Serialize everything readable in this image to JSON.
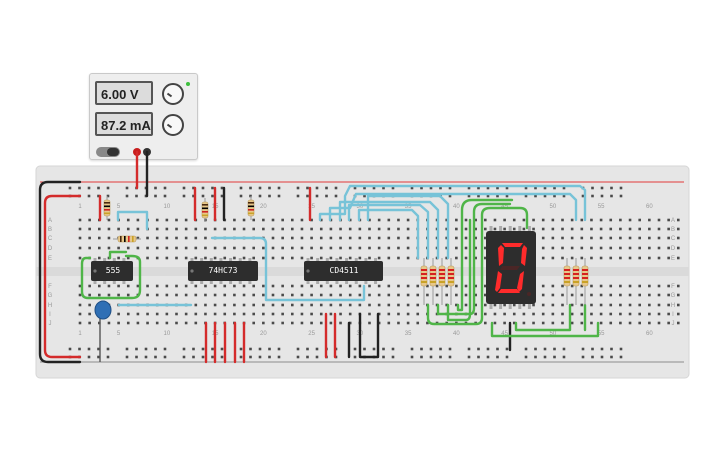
{
  "power_supply": {
    "voltage": "6.00 V",
    "current": "87.2 mA"
  },
  "breadboard": {
    "column_numbers": [
      "1",
      "5",
      "10",
      "15",
      "20",
      "25",
      "30",
      "35",
      "40",
      "45",
      "50",
      "55",
      "60"
    ],
    "row_letters_top": [
      "A",
      "B",
      "C",
      "D",
      "E"
    ],
    "row_letters_bottom": [
      "F",
      "G",
      "H",
      "I",
      "J"
    ]
  },
  "chips": [
    {
      "label": "555"
    },
    {
      "label": "74HC73"
    },
    {
      "label": "CD4511"
    }
  ],
  "display": {
    "digit": "0"
  },
  "colors": {
    "board": "#e6e6e6",
    "rail_red": "#e23a3a",
    "rail_black": "#333333",
    "wire_red": "#d42b2b",
    "wire_black": "#222222",
    "wire_blue": "#77c3d8",
    "wire_green": "#4fb548",
    "chip": "#2d2d2d",
    "segment_on": "#ff2b2b",
    "capacitor": "#2f6fb5"
  }
}
